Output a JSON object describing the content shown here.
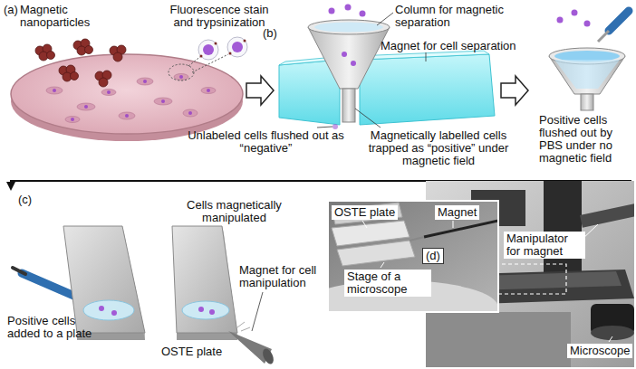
{
  "diagram": {
    "labels": [
      "(a)",
      "Magnetic nanoparticles",
      "Fluorescence stain and trypsinization",
      "(b)",
      "Column for magnetic separation",
      "Magnet for cell separation",
      "Unlabeled cells flushed out as “negative”",
      "Magnetically labelled cells trapped as “positive” under magnetic field",
      "Positive cells flushed out by PBS under no magnetic field",
      "(c)",
      "Cells magnetically manipulated",
      "Positive cells added to a plate",
      "OSTE plate",
      "Magnet for cell manipulation",
      "OSTE plate",
      "Magnet",
      "(d)",
      "Stage of a microscope",
      "Manipulator for magnet",
      "Microscope"
    ]
  }
}
